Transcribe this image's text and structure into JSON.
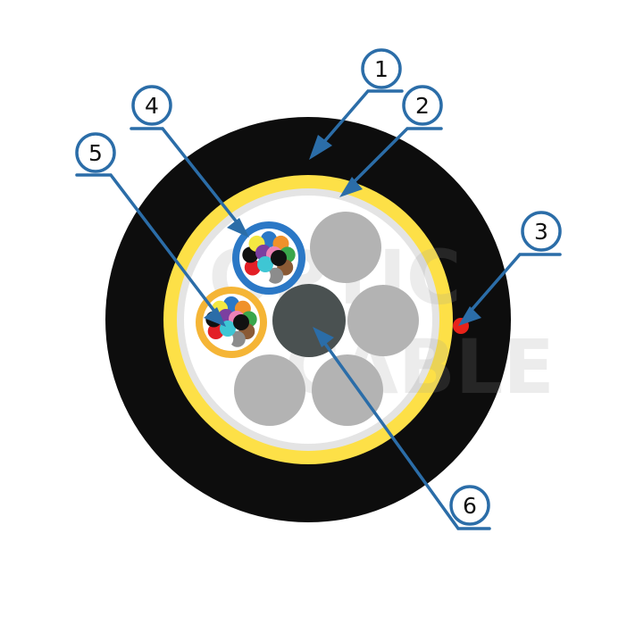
{
  "watermark": {
    "line1": "OPTIC",
    "line2": "CABLE"
  },
  "callouts": [
    {
      "id": "1",
      "label": "1"
    },
    {
      "id": "2",
      "label": "2"
    },
    {
      "id": "3",
      "label": "3"
    },
    {
      "id": "4",
      "label": "4"
    },
    {
      "id": "5",
      "label": "5"
    },
    {
      "id": "6",
      "label": "6"
    }
  ],
  "colors": {
    "outer_sheath": "#0d0d0d",
    "yellow_layer": "#fde047",
    "grey_ring": "#e4e4e4",
    "core_fill": "#ffffff",
    "filler": "#b3b3b3",
    "central_member": "#4a5151",
    "tube_blue": "#2b78c6",
    "tube_orange": "#f5b536",
    "ripcord": "#e8231a",
    "arrow": "#2b6da8"
  },
  "fiber_colors": [
    "#2b78c6",
    "#f0912b",
    "#3aa64b",
    "#8a5a35",
    "#8c8c8c",
    "#ffffff",
    "#e31f26",
    "#111111",
    "#f4e842",
    "#7b3fa0",
    "#ee82b7",
    "#3ec6d4"
  ]
}
